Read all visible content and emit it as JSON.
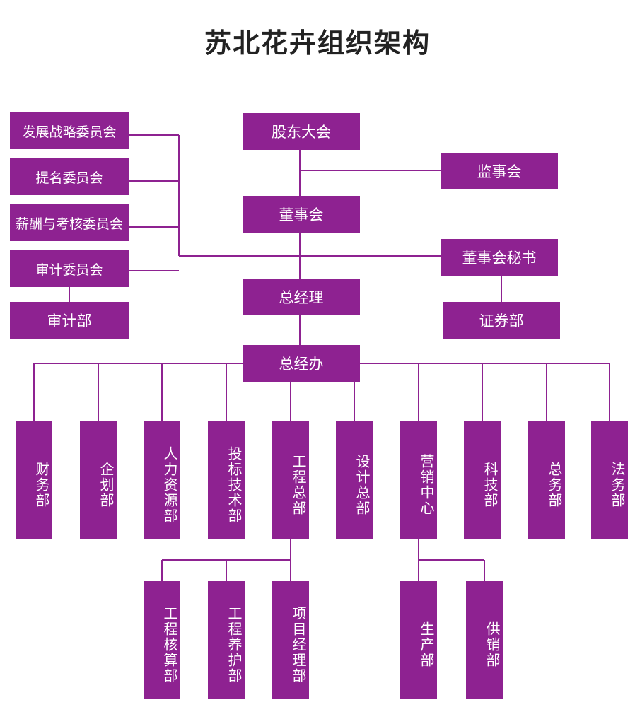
{
  "title": "苏北花卉组织架构",
  "colors": {
    "box": "#8e2291",
    "line": "#8e2291",
    "text": "#ffffff",
    "title": "#222222"
  },
  "nodes": {
    "shareholders": "股东大会",
    "supervisors": "监事会",
    "board": "董事会",
    "board_secretary": "董事会秘书",
    "securities_dept": "证券部",
    "gm": "总经理",
    "gm_office": "总经办",
    "committees": {
      "strategy": "发展战略委员会",
      "nomination": "提名委员会",
      "compensation": "薪酬与考核委员会",
      "audit": "审计委员会"
    },
    "audit_dept": "审计部",
    "departments": [
      "财务部",
      "企划部",
      "人力资源部",
      "投标技术部",
      "工程总部",
      "设计总部",
      "营销中心",
      "科技部",
      "总务部",
      "法务部"
    ],
    "engineering_subs": [
      "工程核算部",
      "工程养护部",
      "项目经理部"
    ],
    "marketing_subs": [
      "生产部",
      "供销部"
    ]
  }
}
